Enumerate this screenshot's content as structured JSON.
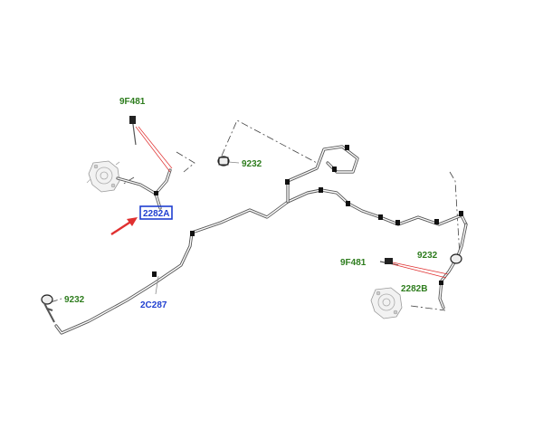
{
  "callouts": {
    "sensor_top": "9F481",
    "connector_top": "9232",
    "hose_left": "2282A",
    "connector_right": "9232",
    "sensor_right": "9F481",
    "hose_right": "2282B",
    "pipe_main": "2C287",
    "connector_left": "9232"
  },
  "colors": {
    "part_number": "#2e7d1e",
    "highlight": "#1f3fd0",
    "arrow": "#e03030"
  },
  "icons": {
    "pointer": "red-arrow-icon",
    "caliper": "brake-caliper-icon",
    "connector": "pipe-connector-icon"
  }
}
